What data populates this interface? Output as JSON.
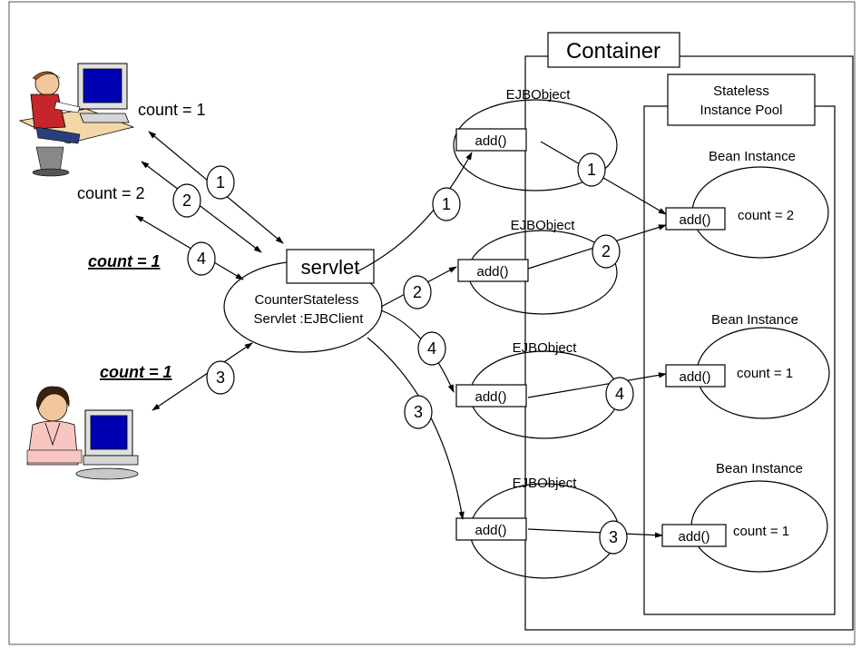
{
  "container": {
    "label": "Container"
  },
  "pool": {
    "label_line1": "Stateless",
    "label_line2": "Instance Pool"
  },
  "servlet": {
    "label": "servlet",
    "line1": "CounterStateless",
    "line2": "Servlet :EJBClient"
  },
  "clients": {
    "top": {
      "count_first": "count = 1",
      "count_second": "count = 2",
      "count_fourth": "count = 1"
    },
    "bottom": {
      "count_third": "count = 1"
    }
  },
  "ejb_objects": [
    {
      "label": "EJBObject",
      "method": "add()"
    },
    {
      "label": "EJBObject",
      "method": "add()"
    },
    {
      "label": "EJBObject",
      "method": "add()"
    },
    {
      "label": "EJBObject",
      "method": "add()"
    }
  ],
  "beans": [
    {
      "label": "Bean Instance",
      "method": "add()",
      "count": "count = 2"
    },
    {
      "label": "Bean Instance",
      "method": "add()",
      "count": "count = 1"
    },
    {
      "label": "Bean Instance",
      "method": "add()",
      "count": "count = 1"
    }
  ],
  "steps": {
    "client_top_1": "1",
    "client_top_2": "2",
    "client_top_4": "4",
    "client_bottom_3": "3",
    "servlet_to_ejb_1": "1",
    "servlet_to_ejb_2": "2",
    "servlet_to_ejb_4": "4",
    "servlet_to_ejb_3": "3",
    "ejb_to_bean_1": "1",
    "ejb_to_bean_2": "2",
    "ejb_to_bean_4": "4",
    "ejb_to_bean_3": "3"
  }
}
